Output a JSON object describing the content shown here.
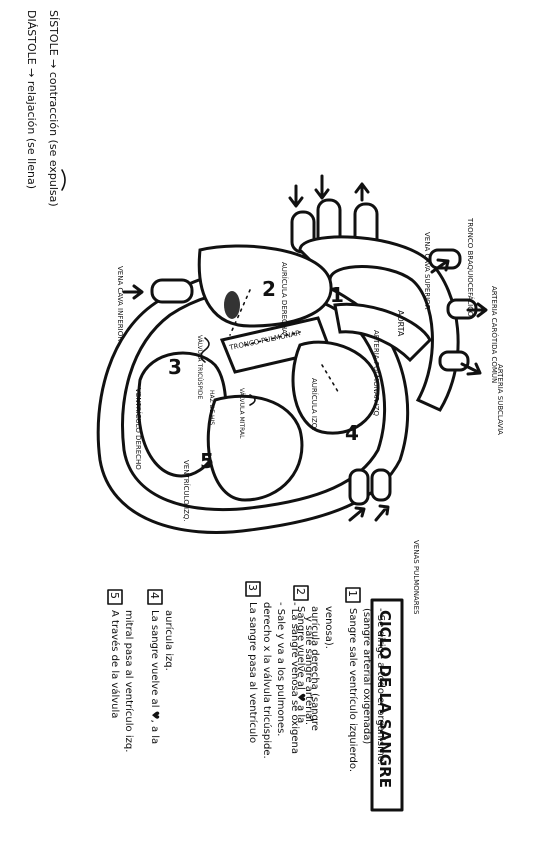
{
  "title": "CICLO DE LA SANGRE",
  "phases": {
    "systole": "SÍSTOLE → contracción (se expulsa)",
    "diastole": "DIÁSTOLE → relajación (se llena)"
  },
  "labels": {
    "vena_cava_superior": "VENA CAVA SUPERIOR",
    "vena_cava_inferior": "VENA CAVA INFERIOR",
    "tronco_braquiocefalico": "TRONCO BRAQUIOCEFÁLICO",
    "arteria_carotida_comun": "ARTERIA CARÓTIDA COMÚN",
    "arteria_subclavia": "ARTERIA SUBCLAVIA",
    "aorta": "AORTA",
    "arteria_pulmonar_izq": "ARTERIA PULMONAR IZQ",
    "auricula_derecha": "AURÍCULA DERECHA",
    "auricula_izq": "AURÍCULA IZQ.",
    "tronco_pulmonar": "TRONCO PULMONAR",
    "valvula_tricuspide": "VÁLVULA TRICÚSPIDE",
    "valvula_mitral": "VÁLVULA MITRAL",
    "haz_de_his": "HAZ DE HIS",
    "ventriculo_derecho": "VENTRÍCULO DERECHO",
    "ventriculo_izq": "VENTRÍCULO IZQ.",
    "venas_pulmonares": "VENAS PULMONARES"
  },
  "markers": [
    "1",
    "2",
    "3",
    "4",
    "5"
  ],
  "steps": [
    {
      "num": "1",
      "lines": [
        "Sangre sale ventrículo izquierdo.",
        "(sangre arterial oxigenada)",
        "- Se dirige a todo el organismo."
      ]
    },
    {
      "num": "2",
      "lines": [
        "Sangre vuelve al ♥ a la",
        "aurícula derecha (sangre",
        "venosa)."
      ]
    },
    {
      "num": "3",
      "lines": [
        "La sangre pasa al ventrículo",
        "derecho x la válvula tricúspide.",
        "- Sale y va a los pulmones.",
        "- La sangre venosa se oxigena",
        "y sale sangre arterial."
      ]
    },
    {
      "num": "4",
      "lines": [
        "La sangre vuelve al ♥, a la",
        "aurícula izq."
      ]
    },
    {
      "num": "5",
      "lines": [
        "A través de la válvula",
        "mitral pasa al ventrículo izq."
      ]
    }
  ]
}
